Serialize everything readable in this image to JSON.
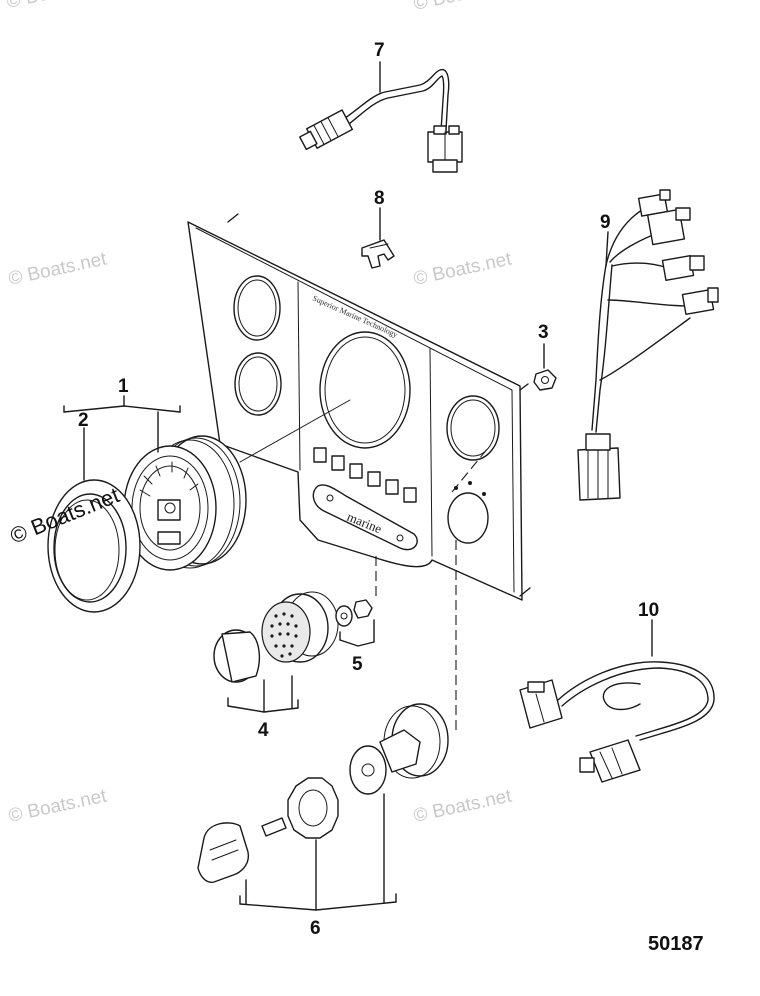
{
  "diagram": {
    "figure_number": "50187",
    "callouts": [
      "1",
      "2",
      "3",
      "4",
      "5",
      "6",
      "7",
      "8",
      "9",
      "10"
    ],
    "panel_brand": "marine",
    "panel_header_text": "Superior Marine Technology",
    "watermark_text": "© Boats.net"
  }
}
